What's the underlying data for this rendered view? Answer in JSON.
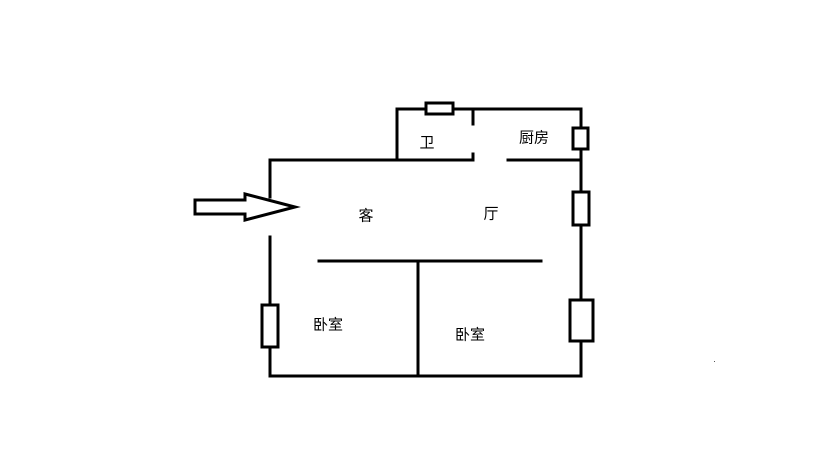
{
  "rooms": {
    "bathroom": "卫",
    "kitchen": "厨房",
    "living_1": "客",
    "living_2": "厅",
    "bedroom_left": "卧室",
    "bedroom_right": "卧室"
  },
  "colors": {
    "wall": "#000000",
    "background": "#ffffff"
  }
}
